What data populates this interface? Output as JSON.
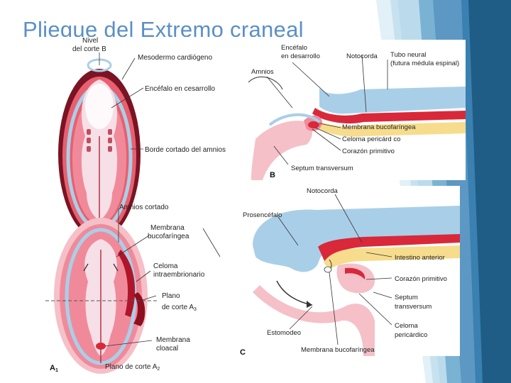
{
  "slide": {
    "title": "Pliegue del Extremo craneal"
  },
  "figure_left_top": {
    "level_label_1": "Nivel",
    "level_label_2": "del corte B",
    "cardiogenic": "Mesodermo cardiógeno",
    "brain": "Encéfalo en cesarrollo",
    "amnion_edge": "Borde cortado del amnios"
  },
  "figure_left_bottom": {
    "amnion_cut": "Amnios cortado",
    "buccopharyngeal_1": "Membrana",
    "buccopharyngeal_2": "bucofaríngea",
    "coelom_1": "Celoma",
    "coelom_2": "intraembrionario",
    "plane_a3_1": "Plano",
    "plane_a3_2": "de corte A",
    "plane_a3_sub": "3",
    "cloacal_1": "Membrana",
    "cloacal_2": "cloacal",
    "panel_letter": "A",
    "panel_sub": "1",
    "plane_a2": "Plano de corte A",
    "plane_a2_sub": "2"
  },
  "figure_b": {
    "brain_1": "Encéfalo",
    "brain_2": "en desarrollo",
    "notochord": "Notocorda",
    "neural_tube_1": "Tubo neural",
    "neural_tube_2": "(futura médula espinal)",
    "amnion": "Amnios",
    "buccopharyngeal": "Membrana bucofaríngea",
    "pericardial_coelom": "Celoma pericárd co",
    "heart": "Corazón primitivo",
    "septum": "Septum transversum",
    "panel_letter": "B"
  },
  "figure_c": {
    "notochord": "Notocorda",
    "prosencephalon": "Prosencéfalo",
    "foregut": "Intestino anterior",
    "heart": "Corazón primitivo",
    "septum_1": "Septum",
    "septum_2": "transversum",
    "stomodeum": "Estomodeo",
    "coelom_1": "Celoma",
    "coelom_2": "pericárdico",
    "buccopharyngeal": "Membrana bucofaríngea",
    "panel_letter": "C"
  },
  "colors": {
    "title": "#5b8fc7",
    "ectoderm_blue": "#a9cfe8",
    "endoderm_yellow": "#f6dc8c",
    "mesoderm_red": "#d9283a",
    "embryo_pink": "#f08a9a",
    "deco_dark": "#1f5d86",
    "deco_mid": "#3f86b8",
    "deco_light": "#8ec3df"
  }
}
